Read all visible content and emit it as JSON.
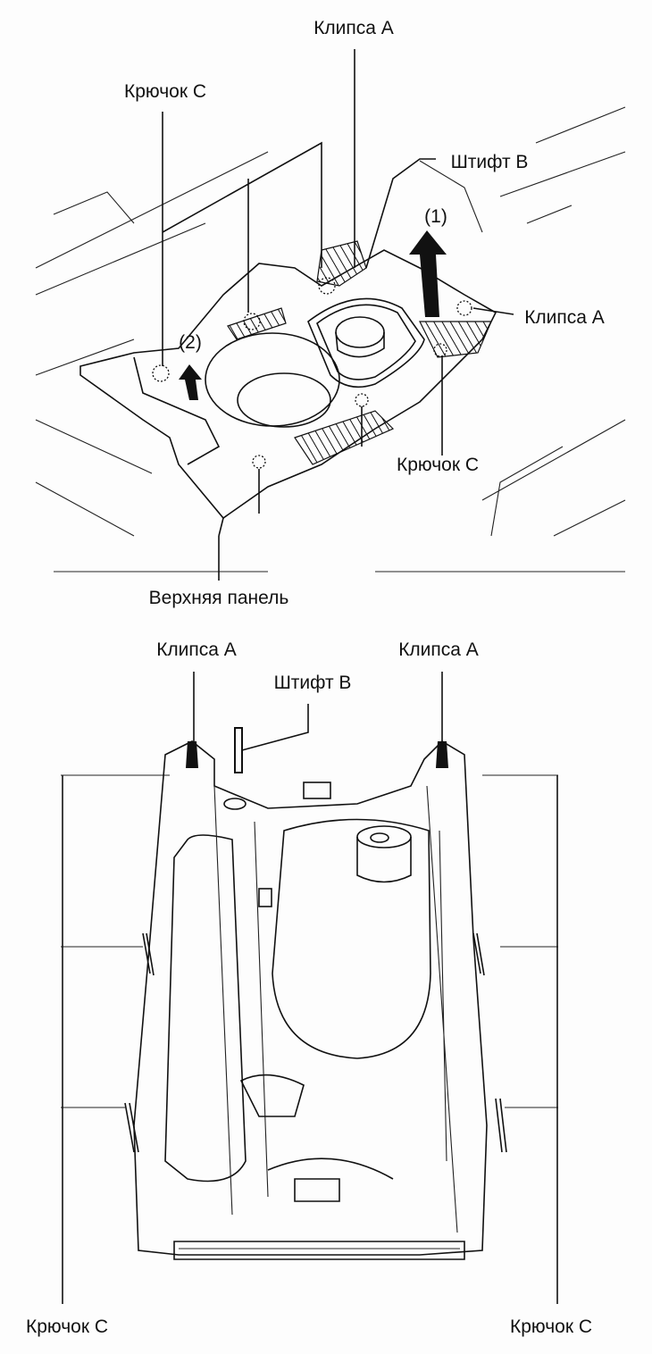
{
  "top_view": {
    "labels": {
      "clip_a_top": "Клипса A",
      "hook_c_left": "Крючок C",
      "pin_b": "Штифт B",
      "step_1": "(1)",
      "clip_a_right": "Клипса A",
      "step_2": "(2)",
      "hook_c_bottom": "Крючок C",
      "upper_panel": "Верхняя панель"
    }
  },
  "bottom_view": {
    "labels": {
      "clip_a_left": "Клипса A",
      "clip_a_right": "Клипса A",
      "pin_b": "Штифт B",
      "hook_c_left": "Крючок C",
      "hook_c_right": "Крючок C"
    }
  }
}
